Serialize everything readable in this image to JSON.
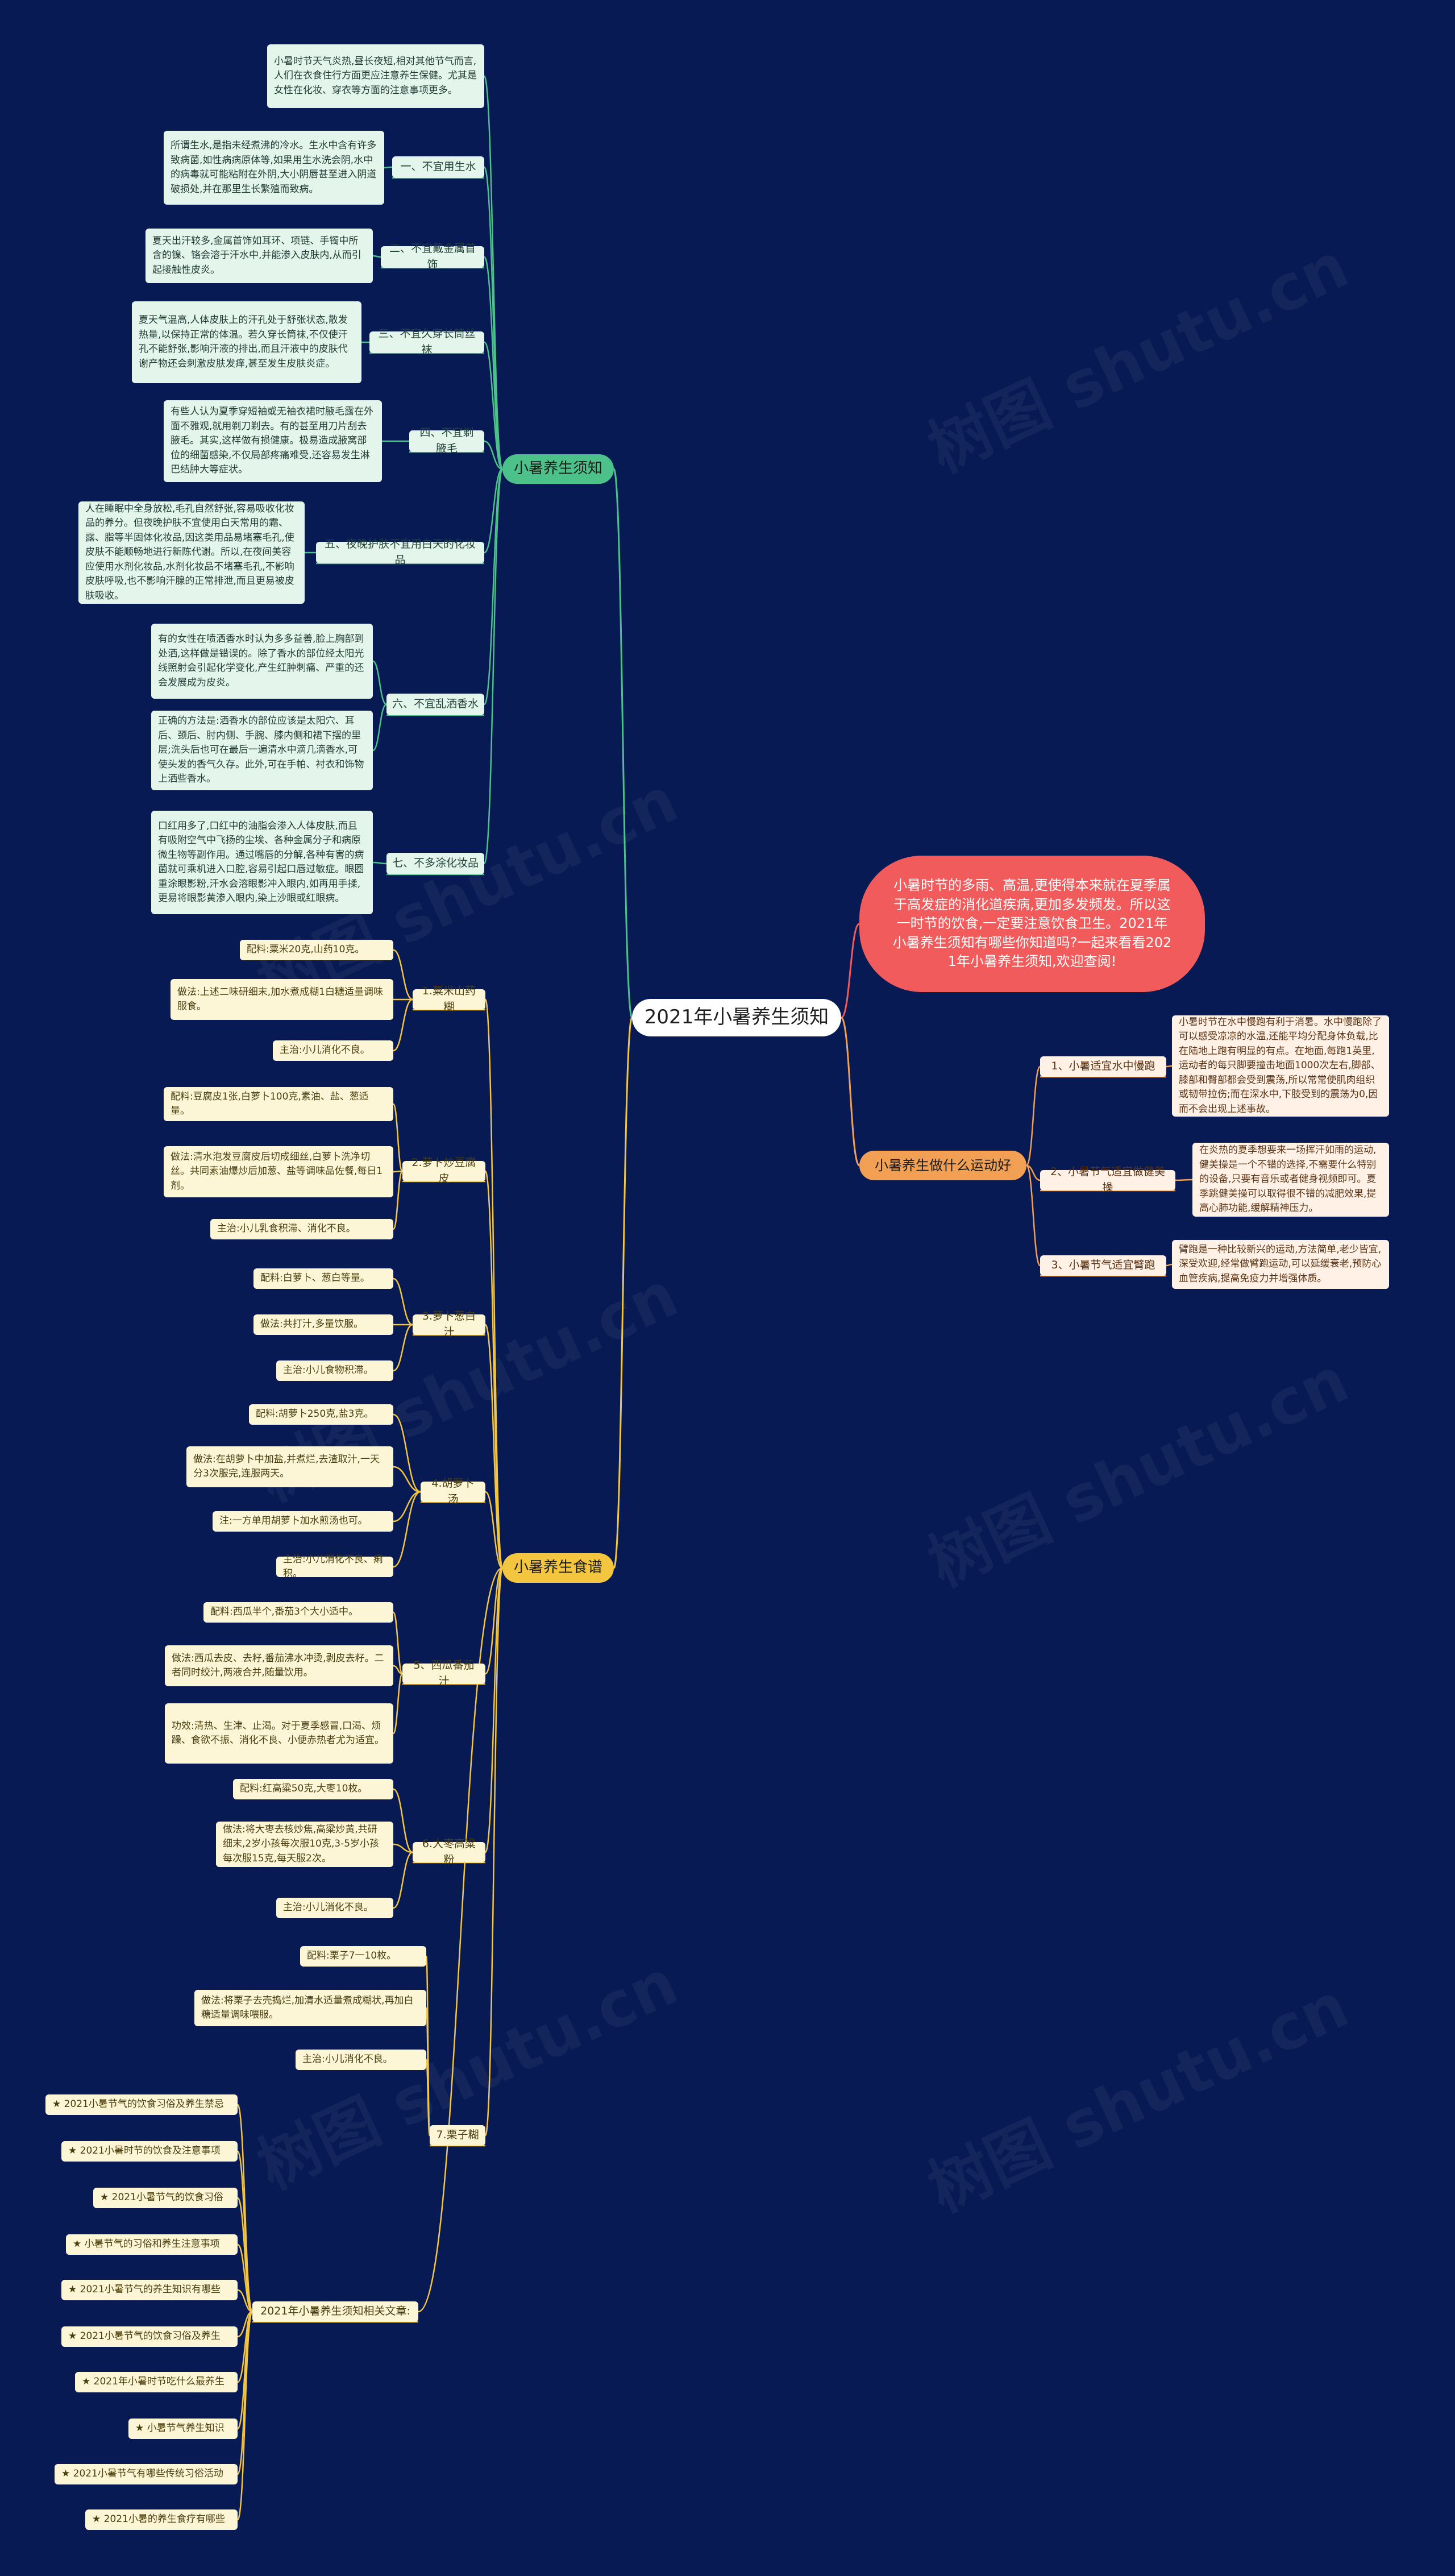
{
  "root": {
    "title": "2021年小暑养生须知"
  },
  "intro": {
    "text": "小暑时节的多雨、高温,更使得本来就在夏季属于高发症的消化道疾病,更加多发频发。所以这一时节的饮食,一定要注意饮食卫生。2021年小暑养生须知有哪些你知道吗?一起来看看2021年小暑养生须知,欢迎查阅!"
  },
  "watermark": "树图 shutu.cn",
  "colors": {
    "background": "#081a54",
    "teal": "#4cc28a",
    "yellow": "#f4c53f",
    "orange": "#f2a154",
    "red": "#f25b5b"
  },
  "branches": [
    {
      "label": "小暑养生须知",
      "intro_leaf": "小暑时节天气炎热,昼长夜短,相对其他节气而言,人们在衣食住行方面更应注意养生保健。尤其是女性在化妆、穿衣等方面的注意事项更多。",
      "items": [
        {
          "label": "一、不宜用生水",
          "leaves": [
            "所谓生水,是指未经煮沸的冷水。生水中含有许多致病菌,如性病病原体等,如果用生水洗会阴,水中的病毒就可能粘附在外阴,大小阴唇甚至进入阴道破损处,并在那里生长繁殖而致病。"
          ]
        },
        {
          "label": "二、不宜戴金属首饰",
          "leaves": [
            "夏天出汗较多,金属首饰如耳环、项链、手镯中所含的镍、铬会溶于汗水中,并能渗入皮肤内,从而引起接触性皮炎。"
          ]
        },
        {
          "label": "三、不宜久穿长筒丝袜",
          "leaves": [
            "夏天气温高,人体皮肤上的汗孔处于舒张状态,散发热量,以保持正常的体温。若久穿长筒袜,不仅使汗孔不能舒张,影响汗液的排出,而且汗液中的皮肤代谢产物还会刺激皮肤发痒,甚至发生皮肤炎症。"
          ]
        },
        {
          "label": "四、不宜剃腋毛",
          "leaves": [
            "有些人认为夏季穿短袖或无袖衣裙时腋毛露在外面不雅观,就用剃刀剃去。有的甚至用刀片刮去腋毛。其实,这样做有损健康。极易造成腋窝部位的细菌感染,不仅局部疼痛难受,还容易发生淋巴结肿大等症状。"
          ]
        },
        {
          "label": "五、夜晚护肤不宜用白天的化妆品",
          "leaves": [
            "人在睡眠中全身放松,毛孔自然舒张,容易吸收化妆品的养分。但夜晚护肤不宜使用白天常用的霜、露、脂等半固体化妆品,因这类用品易堵塞毛孔,使皮肤不能顺畅地进行新陈代谢。所以,在夜间美容应使用水剂化妆品,水剂化妆品不堵塞毛孔,不影响皮肤呼吸,也不影响汗腺的正常排泄,而且更易被皮肤吸收。"
          ]
        },
        {
          "label": "六、不宜乱洒香水",
          "leaves": [
            "有的女性在喷洒香水时认为多多益善,脸上胸部到处洒,这样做是错误的。除了香水的部位经太阳光线照射会引起化学变化,产生红肿刺痛、严重的还会发展成为皮炎。",
            "正确的方法是:洒香水的部位应该是太阳穴、耳后、颈后、肘内侧、手腕、膝内侧和裙下摆的里层;洗头后也可在最后一遍清水中滴几滴香水,可使头发的香气久存。此外,可在手帕、衬衣和饰物上洒些香水。"
          ]
        },
        {
          "label": "七、不多涂化妆品",
          "leaves": [
            "口红用多了,口红中的油脂会渗入人体皮肤,而且有吸附空气中飞扬的尘埃、各种金属分子和病原微生物等副作用。通过嘴唇的分解,各种有害的病菌就可乘机进入口腔,容易引起口唇过敏症。眼圈重涂眼影粉,汗水会溶眼影冲入眼内,如再用手揉,更易将眼影黄渗入眼内,染上沙眼或红眼病。"
          ]
        }
      ]
    },
    {
      "label": "小暑养生食谱",
      "items": [
        {
          "label": "1.粟米山药糊",
          "leaves": [
            "配料:粟米20克,山药10克。",
            "做法:上述二味研细末,加水煮成糊1白糖适量调味服食。",
            "主治:小儿消化不良。"
          ]
        },
        {
          "label": "2.萝卜炒豆腐皮",
          "leaves": [
            "配料:豆腐皮1张,白萝卜100克,素油、盐、葱适量。",
            "做法:清水泡发豆腐皮后切成细丝,白萝卜洗净切丝。共同素油爆炒后加葱、盐等调味品佐餐,每日1剂。",
            "主治:小儿乳食积滞、消化不良。"
          ]
        },
        {
          "label": "3.萝卜葱白汁",
          "leaves": [
            "配料:白萝卜、葱白等量。",
            "做法:共打汁,多量饮服。",
            "主治:小儿食物积滞。"
          ]
        },
        {
          "label": "4.胡萝卜汤",
          "leaves": [
            "配料:胡萝卜250克,盐3克。",
            "做法:在胡萝卜中加盐,并煮烂,去渣取汁,一天分3次服完,连服两天。",
            "注:一方单用胡萝卜加水煎汤也可。",
            "主治:小儿消化不良、痢积。"
          ]
        },
        {
          "label": "5、西瓜番茄汁",
          "leaves": [
            "配料:西瓜半个,番茄3个大小适中。",
            "做法:西瓜去皮、去籽,番茄沸水冲烫,剥皮去籽。二者同时绞汁,两液合并,随量饮用。",
            "功效:清热、生津、止渴。对于夏季感冒,口渴、烦躁、食欲不振、消化不良、小便赤热者尤为适宜。"
          ]
        },
        {
          "label": "6.大枣高粱粉",
          "leaves": [
            "配料:红高粱50克,大枣10枚。",
            "做法:将大枣去核炒焦,高粱炒黄,共研细末,2岁小孩每次服10克,3-5岁小孩每次服15克,每天服2次。",
            "主治:小儿消化不良。"
          ]
        },
        {
          "label": "7.栗子糊",
          "leaves": [
            "配料:栗子7一10枚。",
            "做法:将栗子去壳捣烂,加清水适量煮成糊状,再加白糖适量调味喂服。",
            "主治:小儿消化不良。"
          ]
        },
        {
          "label": "2021年小暑养生须知相关文章:",
          "leaves": [
            "★ 2021小暑节气的饮食习俗及养生禁忌",
            "★ 2021小暑时节的饮食及注意事项",
            "★ 2021小暑节气的饮食习俗",
            "★ 小暑节气的习俗和养生注意事项",
            "★ 2021小暑节气的养生知识有哪些",
            "★ 2021小暑节气的饮食习俗及养生",
            "★ 2021年小暑时节吃什么最养生",
            "★ 小暑节气养生知识",
            "★ 2021小暑节气有哪些传统习俗活动",
            "★ 2021小暑的养生食疗有哪些"
          ]
        }
      ]
    },
    {
      "label": "小暑养生做什么运动好",
      "items": [
        {
          "label": "1、小暑适宜水中慢跑",
          "leaves": [
            "小暑时节在水中慢跑有利于消暑。水中慢跑除了可以感受凉凉的水温,还能平均分配身体负载,比在陆地上跑有明显的有点。在地面,每跑1英里,运动者的每只脚要撞击地面1000次左右,脚部、膝部和臀部都会受到震荡,所以常常使肌肉组织或韧带拉伤;而在深水中,下肢受到的震荡为0,因而不会出现上述事故。"
          ]
        },
        {
          "label": "2、小暑节气适宜做健美操",
          "leaves": [
            "在炎热的夏季想要来一场挥汗如雨的运动,健美操是一个不错的选择,不需要什么特别的设备,只要有音乐或者健身视频即可。夏季跳健美操可以取得很不错的减肥效果,提高心肺功能,缓解精神压力。"
          ]
        },
        {
          "label": "3、小暑节气适宜臂跑",
          "leaves": [
            "臂跑是一种比较新兴的运动,方法简单,老少皆宜,深受欢迎,经常做臂跑运动,可以延缓衰老,预防心血管疾病,提高免疫力并增强体质。"
          ]
        }
      ]
    }
  ]
}
